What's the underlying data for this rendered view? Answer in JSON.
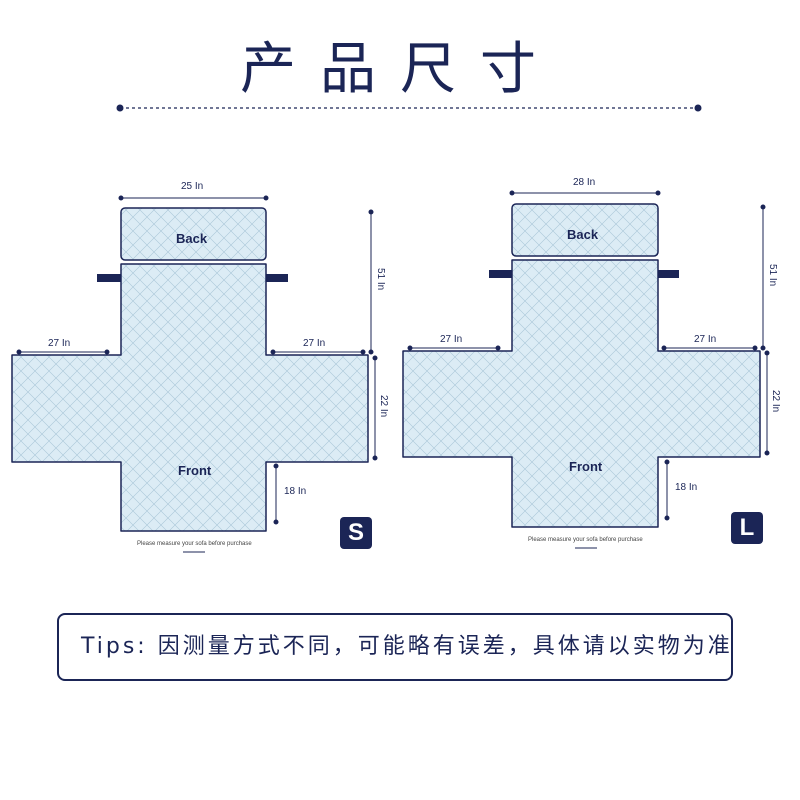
{
  "title": "产品尺寸",
  "colors": {
    "navy": "#1b2556",
    "fabric_fill": "#dcecf5",
    "quilt_line": "#a9c6d8"
  },
  "sizes": [
    {
      "size_label": "S",
      "back_label": "Back",
      "front_label": "Front",
      "dims": {
        "back_width": "25 In",
        "total_height": "51 In",
        "left_arm": "27 In",
        "right_arm": "27 In",
        "arm_depth": "22 In",
        "front_drop": "18 In"
      },
      "note": "Please measure your sofa before purchase"
    },
    {
      "size_label": "L",
      "back_label": "Back",
      "front_label": "Front",
      "dims": {
        "back_width": "28 In",
        "total_height": "51 In",
        "left_arm": "27 In",
        "right_arm": "27 In",
        "arm_depth": "22 In",
        "front_drop": "18 In"
      },
      "note": "Please measure your sofa before purchase"
    }
  ],
  "tips": {
    "text": "Tips: 因测量方式不同，可能略有误差，具体请以实物为准"
  }
}
